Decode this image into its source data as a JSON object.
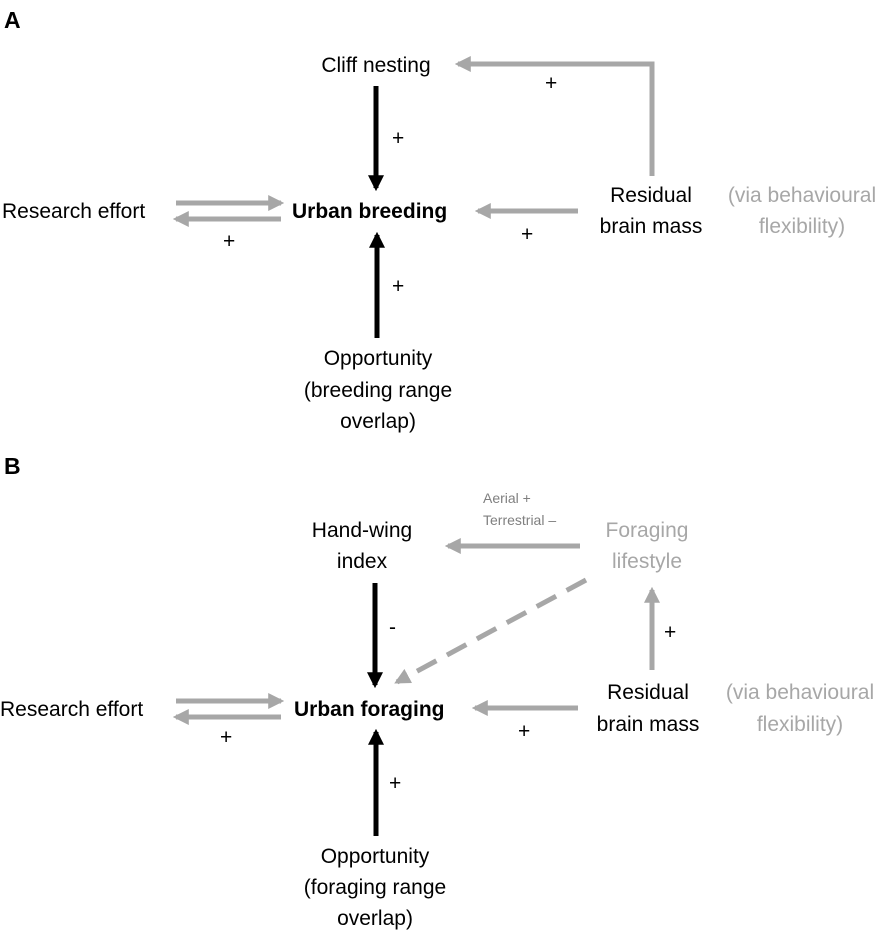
{
  "panels": [
    {
      "label": "A",
      "nodes": {
        "cliff_nesting": "Cliff nesting",
        "research_effort": "Research effort",
        "center": "Urban breeding",
        "brain_line1": "Residual",
        "brain_line2": "brain mass",
        "via_line1": "(via behavioural",
        "via_line2": "flexibility)",
        "opp_line1": "Opportunity",
        "opp_line2": "(breeding range",
        "opp_line3": "overlap)"
      },
      "signs": {
        "cliff_to_center": "+",
        "brain_to_cliff": "+",
        "brain_to_center": "+",
        "research": "+",
        "opp_to_center": "+"
      }
    },
    {
      "label": "B",
      "nodes": {
        "hand_wing_line1": "Hand-wing",
        "hand_wing_line2": "index",
        "foraging_line1": "Foraging",
        "foraging_line2": "lifestyle",
        "research_effort": "Research effort",
        "center": "Urban foraging",
        "brain_line1": "Residual",
        "brain_line2": "brain mass",
        "via_line1": "(via behavioural",
        "via_line2": "flexibility)",
        "opp_line1": "Opportunity",
        "opp_line2": "(foraging range",
        "opp_line3": "overlap)"
      },
      "signs": {
        "aerial": "Aerial +",
        "terrestrial": "Terrestrial –",
        "handwing_to_center": "-",
        "brain_to_foraging": "+",
        "brain_to_center": "+",
        "research": "+",
        "opp_to_center": "+"
      }
    }
  ],
  "colors": {
    "strong": "#000000",
    "weak": "#a7a7a7",
    "text_gray": "#7f7f7f"
  }
}
